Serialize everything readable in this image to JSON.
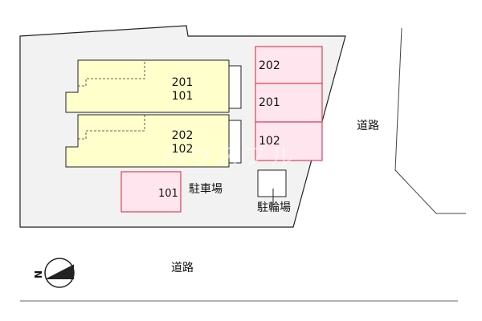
{
  "site": {
    "lot_color": "#f2f2f2",
    "building_color": "#ffffcc",
    "pink_fill": "#ffe6ee",
    "pink_stroke": "#e0405a",
    "buildings": [
      {
        "units": [
          "201",
          "101"
        ]
      },
      {
        "units": [
          "202",
          "102"
        ]
      }
    ],
    "right_units": [
      "202",
      "201",
      "102"
    ],
    "parking_unit": "101",
    "parking_label": "駐車場",
    "bike_label": "駐輪場"
  },
  "roads": {
    "east_label": "道路",
    "south_label": "道路"
  },
  "compass": {
    "letter": "N",
    "icon": "north-arrow-icon"
  },
  "watermark": {
    "text": "ハウスブル"
  }
}
